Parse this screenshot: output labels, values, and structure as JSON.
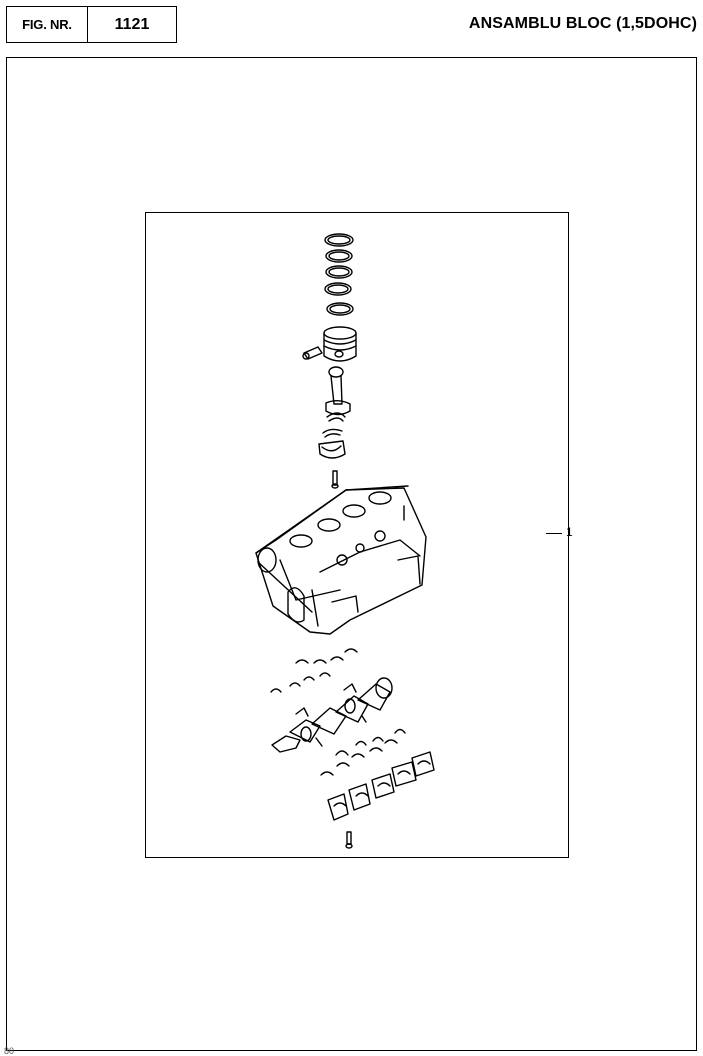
{
  "header": {
    "fig_label": "FIG. NR.",
    "fig_number": "1121",
    "title": "ANSAMBLU BLOC (1,5DOHC)"
  },
  "diagram": {
    "callout_number": "1",
    "parts": [
      "piston-ring",
      "piston",
      "piston-pin",
      "connecting-rod",
      "rod-bearing",
      "rod-cap",
      "rod-bolt",
      "cylinder-block",
      "thrust-washer",
      "crankshaft",
      "main-bearing",
      "main-bearing-cap",
      "cap-bolt"
    ]
  },
  "footer": {
    "page_mark": "80"
  }
}
